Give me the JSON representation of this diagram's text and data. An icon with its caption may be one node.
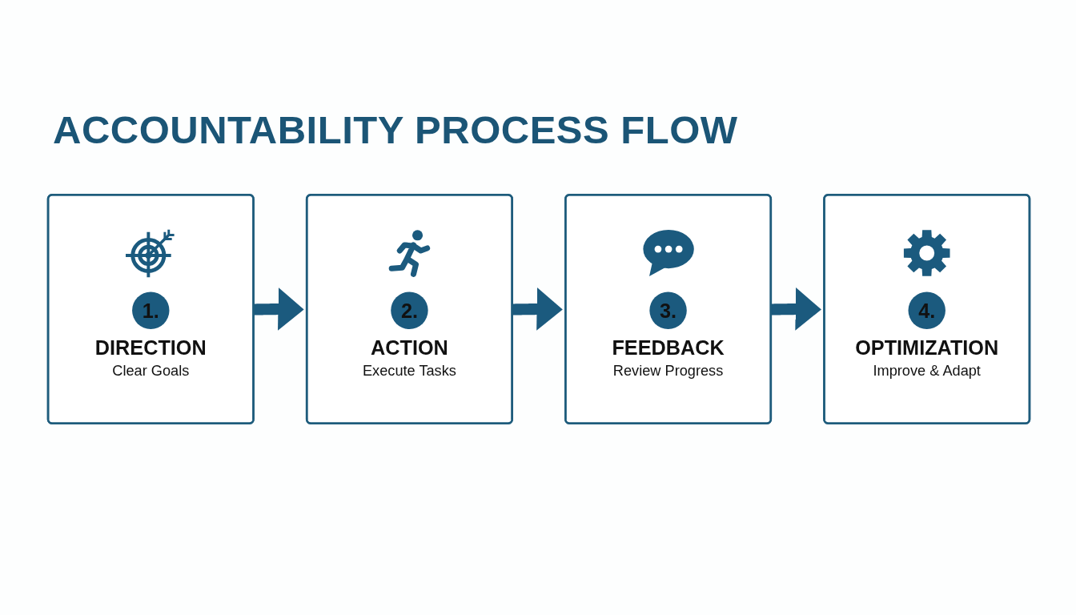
{
  "diagram": {
    "title": "ACCOUNTABILITY PROCESS FLOW",
    "nodes": [
      {
        "text": [
          "1.",
          "DIRECTION",
          "Clear Goals"
        ]
      },
      {
        "text": [
          "2.",
          "ACTION",
          "Execute Tasks"
        ]
      },
      {
        "text": [
          "3.",
          "FEEDBACK",
          "Review Progress"
        ]
      },
      {
        "text": [
          "4.",
          "OPTIMIZATION",
          "Improve & Adapt"
        ]
      }
    ],
    "edges": [
      {
        "from": 0,
        "to": 1,
        "arrow": "to"
      },
      {
        "from": 1,
        "to": 2,
        "arrow": "to"
      },
      {
        "from": 2,
        "to": 3,
        "arrow": "to"
      }
    ]
  }
}
